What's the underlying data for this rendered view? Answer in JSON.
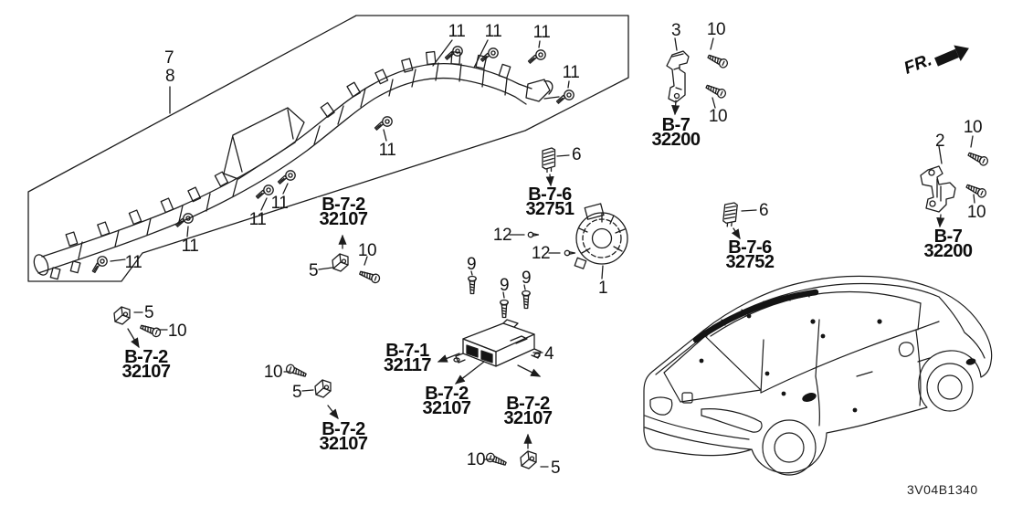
{
  "figure": {
    "code": "3V04B1340",
    "fr_label": "FR."
  },
  "callouts": {
    "n1": "1",
    "n2": "2",
    "n3": "3",
    "n4": "4",
    "n5": "5",
    "n6": "6",
    "n7": "7",
    "n8": "8",
    "n9": "9",
    "n10": "10",
    "n11": "11",
    "n12": "12"
  },
  "ref_labels": {
    "b72_32107": {
      "line1": "B-7-2",
      "line2": "32107"
    },
    "b7_32200": {
      "line1": "B-7",
      "line2": "32200"
    },
    "b76_32751": {
      "line1": "B-7-6",
      "line2": "32751"
    },
    "b76_32752": {
      "line1": "B-7-6",
      "line2": "32752"
    },
    "b71_32117": {
      "line1": "B-7-1",
      "line2": "32117"
    }
  }
}
